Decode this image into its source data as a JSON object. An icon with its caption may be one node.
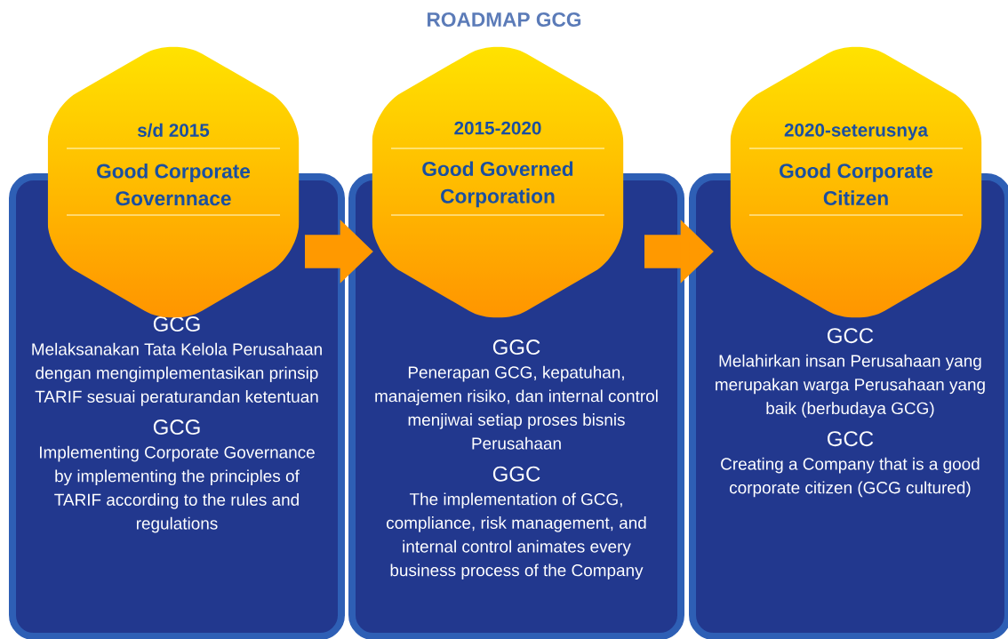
{
  "diagram": {
    "title": "ROADMAP GCG",
    "nodes": [
      {
        "text": [
          "s/d 2015",
          "Good Corporate Governnace"
        ]
      },
      {
        "text": [
          "GCG",
          "Melaksanakan Tata Kelola Perusahaan dengan mengimplementasikan prinsip TARIF sesuai peraturandan ketentuan",
          "GCG",
          "Implementing Corporate Governance by implementing the principles of TARIF according to the rules and regulations"
        ]
      },
      {
        "text": [
          "2015-2020",
          "Good Governed Corporation"
        ]
      },
      {
        "text": [
          "GGC",
          "Penerapan GCG, kepatuhan, manajemen risiko, dan internal control menjiwai setiap proses bisnis Perusahaan",
          "GGC",
          "The implementation of GCG, compliance, risk management, and internal control animates every business process of the Company"
        ]
      },
      {
        "text": [
          "2020-seterusnya",
          "Good Corporate Citizen"
        ]
      },
      {
        "text": [
          "GCC",
          "Melahirkan insan Perusahaan yang merupakan warga Perusahaan yang baik (berbudaya GCG)",
          "GCC",
          "Creating a Company that is a good corporate citizen (GCG cultured)"
        ]
      }
    ],
    "edges": [
      {
        "from": 1,
        "to": 3,
        "arrow": "to"
      },
      {
        "from": 3,
        "to": 5,
        "arrow": "to"
      }
    ]
  }
}
